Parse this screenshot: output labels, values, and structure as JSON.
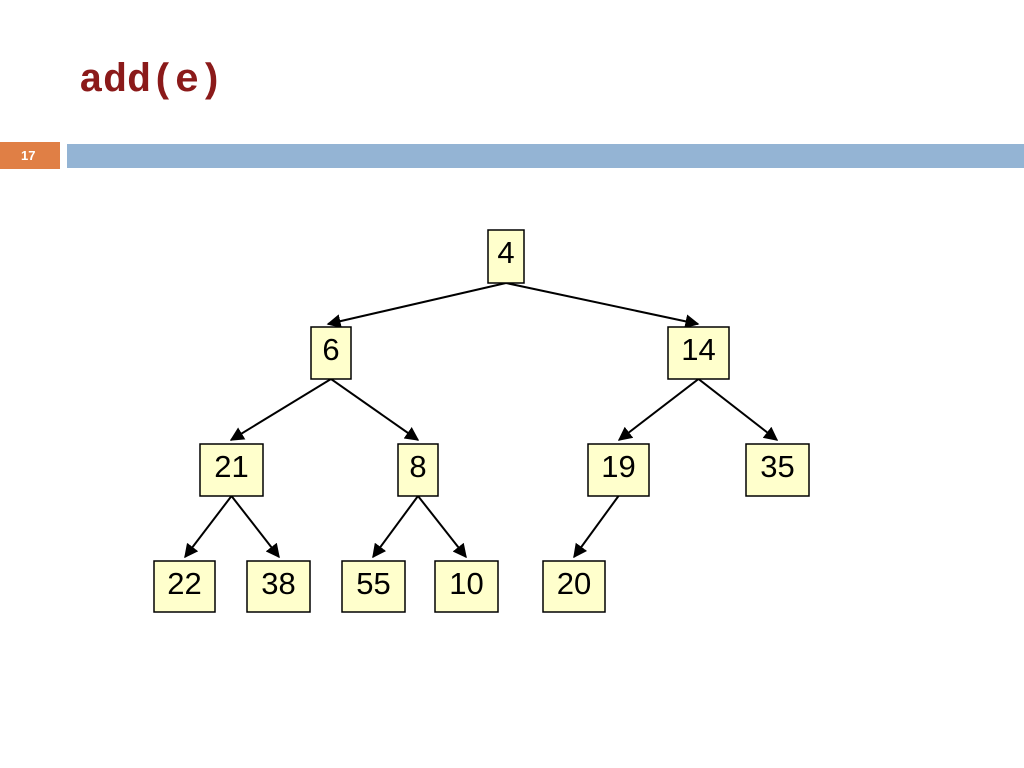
{
  "slide": {
    "title": "add(e)",
    "page_number": "17"
  },
  "colors": {
    "title": "#8b1a1a",
    "page_number_box": "#e07f45",
    "title_rule": "#94b4d4",
    "node_fill": "#ffffcc",
    "node_border": "#000000"
  },
  "heap": {
    "nodes": [
      {
        "id": "n4",
        "label": "4"
      },
      {
        "id": "n6",
        "label": "6"
      },
      {
        "id": "n14",
        "label": "14"
      },
      {
        "id": "n21",
        "label": "21"
      },
      {
        "id": "n8",
        "label": "8"
      },
      {
        "id": "n19",
        "label": "19"
      },
      {
        "id": "n35",
        "label": "35"
      },
      {
        "id": "n22",
        "label": "22"
      },
      {
        "id": "n38",
        "label": "38"
      },
      {
        "id": "n55",
        "label": "55"
      },
      {
        "id": "n10",
        "label": "10"
      },
      {
        "id": "n20",
        "label": "20"
      }
    ],
    "edges": [
      {
        "from": "n4",
        "to": "n6"
      },
      {
        "from": "n4",
        "to": "n14"
      },
      {
        "from": "n6",
        "to": "n21"
      },
      {
        "from": "n6",
        "to": "n8"
      },
      {
        "from": "n14",
        "to": "n19"
      },
      {
        "from": "n14",
        "to": "n35"
      },
      {
        "from": "n21",
        "to": "n22"
      },
      {
        "from": "n21",
        "to": "n38"
      },
      {
        "from": "n8",
        "to": "n55"
      },
      {
        "from": "n8",
        "to": "n10"
      },
      {
        "from": "n19",
        "to": "n20"
      }
    ]
  }
}
